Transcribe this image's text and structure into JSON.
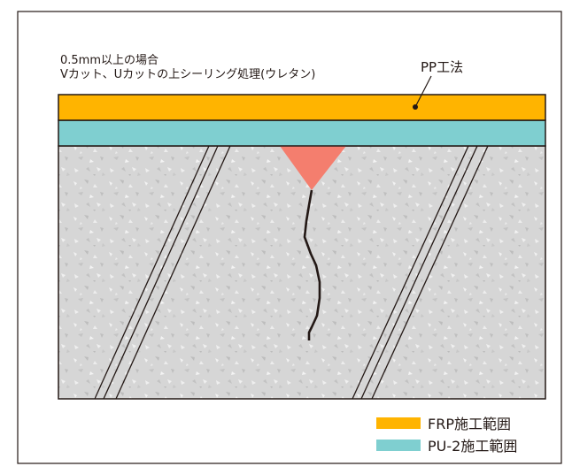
{
  "annotations": {
    "note_line1": "0.5mm以上の場合",
    "note_line2": "Vカット、Uカットの上シーリング処理(ウレタン)",
    "method_label": "PP工法"
  },
  "layers": {
    "top": {
      "name": "FRP施工範囲",
      "color": "#FFB400"
    },
    "second": {
      "name": "PU-2施工範囲",
      "color": "#7FCFD0"
    },
    "substrate": {
      "color": "#D6D6D6"
    },
    "sealant": {
      "color": "#F47E6E"
    }
  },
  "legend": [
    {
      "label": "FRP施工範囲",
      "color": "#FFB400"
    },
    {
      "label": "PU-2施工範囲",
      "color": "#7FCFD0"
    }
  ]
}
